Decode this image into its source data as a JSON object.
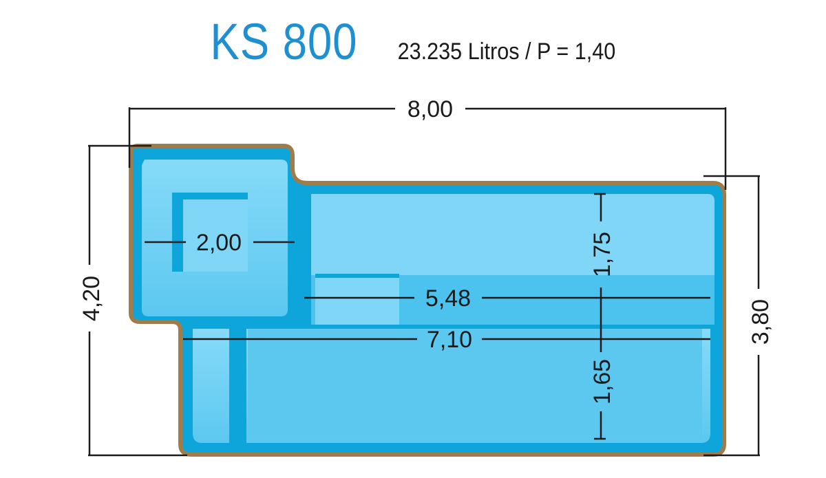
{
  "header": {
    "model": "KS 800",
    "specs": "23.235 Litros / P = 1,40"
  },
  "dimensions": {
    "overall_length": "8,00",
    "overall_width_left": "4,20",
    "overall_width_right": "3,80",
    "deep_section_width": "1,75",
    "shallow_section_width": "1,65",
    "spa_length": "2,00",
    "upper_length": "5,48",
    "lower_length": "7,10"
  },
  "colors": {
    "title_blue": "#1e8fd0",
    "rim": "#a07c4a",
    "water_light": "#7fd6f7",
    "water_mid": "#4cc2ee",
    "water_dark": "#0aa2d6",
    "dim_line": "#1a1a1a"
  }
}
